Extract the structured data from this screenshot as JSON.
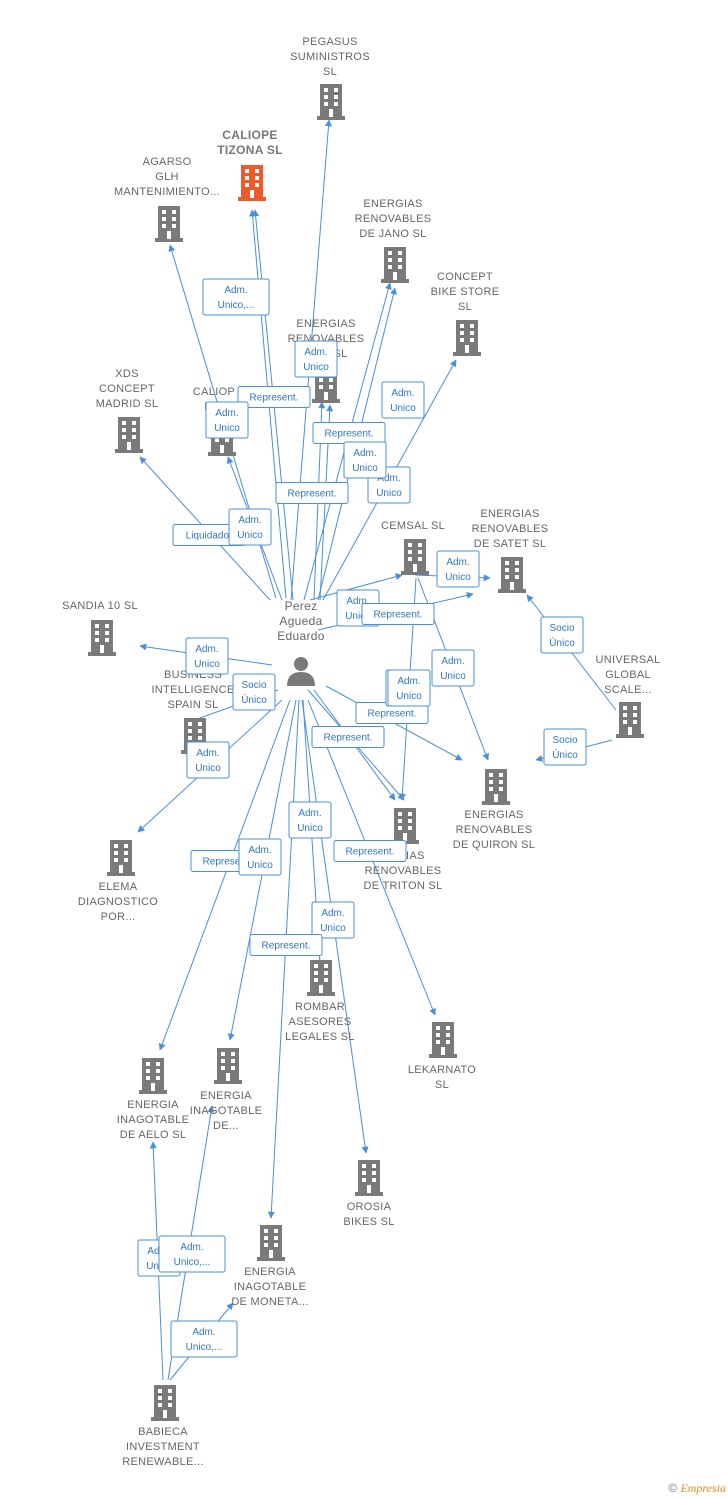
{
  "person": {
    "label": [
      "Perez",
      "Agueda",
      "Eduardo"
    ],
    "icon": "person-icon"
  },
  "colors": {
    "edge": "#4a8fd9",
    "node": "#7a7a7a",
    "focus": "#f05a2a",
    "label": "#666666"
  },
  "nodes": [
    {
      "id": "pegasus",
      "label": [
        "PEGASUS",
        "SUMINISTROS",
        "SL"
      ]
    },
    {
      "id": "caliope_tizona",
      "label": [
        "CALIOPE",
        "TIZONA SL"
      ],
      "focus": true
    },
    {
      "id": "agarso",
      "label": [
        "AGARSO",
        "GLH",
        "MANTENIMIENTO..."
      ]
    },
    {
      "id": "jano",
      "label": [
        "ENERGIAS",
        "RENOVABLES",
        "DE JANO SL"
      ]
    },
    {
      "id": "concept_bike",
      "label": [
        "CONCEPT",
        "BIKE STORE",
        "SL"
      ]
    },
    {
      "id": "renov_a",
      "label": [
        "ENERGIAS",
        "RENOVABLES",
        "DE A SL"
      ]
    },
    {
      "id": "xds",
      "label": [
        "XDS",
        "CONCEPT",
        "MADRID SL"
      ]
    },
    {
      "id": "caliope_inn",
      "label": [
        "CALIOP",
        "INN"
      ]
    },
    {
      "id": "cemsal",
      "label": [
        "CEMSAL SL"
      ]
    },
    {
      "id": "satet",
      "label": [
        "ENERGIAS",
        "RENOVABLES",
        "DE SATET SL"
      ]
    },
    {
      "id": "sandia",
      "label": [
        "SANDIA 10 SL"
      ]
    },
    {
      "id": "universal",
      "label": [
        "UNIVERSAL",
        "GLOBAL",
        "SCALE..."
      ]
    },
    {
      "id": "business",
      "label": [
        "BUSINESS",
        "INTELLIGENCE",
        "SPAIN SL"
      ]
    },
    {
      "id": "quiron",
      "label": [
        "ENERGIAS",
        "RENOVABLES",
        "DE QUIRON SL"
      ]
    },
    {
      "id": "elema",
      "label": [
        "ELEMA",
        "DIAGNOSTICO",
        "POR..."
      ]
    },
    {
      "id": "triton",
      "label": [
        "ERGIAS",
        "RENOVABLES",
        "DE TRITON SL"
      ]
    },
    {
      "id": "rombar",
      "label": [
        "ROMBAR",
        "ASESORES",
        "LEGALES SL"
      ]
    },
    {
      "id": "lekarnato",
      "label": [
        "LEKARNATO",
        "SL"
      ]
    },
    {
      "id": "aelo",
      "label": [
        "ENERGIA",
        "INAGOTABLE",
        "DE AELO SL"
      ]
    },
    {
      "id": "inag_de",
      "label": [
        "ENERGIA",
        "INAGOTABLE",
        "DE..."
      ]
    },
    {
      "id": "orosia",
      "label": [
        "OROSIA",
        "BIKES SL"
      ]
    },
    {
      "id": "moneta",
      "label": [
        "ENERGIA",
        "INAGOTABLE",
        "DE MONETA..."
      ]
    },
    {
      "id": "babieca",
      "label": [
        "BABIECA",
        "INVESTMENT",
        "RENEWABLE..."
      ]
    }
  ],
  "relations": [
    {
      "to": "pegasus",
      "label": [
        "Adm.",
        "Unico"
      ]
    },
    {
      "to": "caliope_tizona",
      "label": [
        "Adm.",
        "Unico,..."
      ]
    },
    {
      "to": "caliope_tizona",
      "label": [
        "Represent."
      ]
    },
    {
      "to": "agarso",
      "label": [
        "Adm.",
        "Unico"
      ]
    },
    {
      "to": "jano",
      "label": [
        "Adm.",
        "Unico"
      ]
    },
    {
      "to": "jano",
      "label": [
        "Represent."
      ]
    },
    {
      "to": "concept_bike",
      "label": [
        "Adm.",
        "Unico"
      ]
    },
    {
      "to": "renov_a",
      "label": [
        "Adm.",
        "Unico"
      ]
    },
    {
      "to": "renov_a",
      "label": [
        "Represent."
      ]
    },
    {
      "to": "xds",
      "label": [
        "Liquidador"
      ]
    },
    {
      "to": "caliope_inn",
      "label": [
        "Adm.",
        "Unico"
      ]
    },
    {
      "to": "cemsal",
      "label": [
        "Adm.",
        "Unico"
      ]
    },
    {
      "to": "satet",
      "label": [
        "Represent."
      ]
    },
    {
      "to": "sandia",
      "label": [
        "Adm.",
        "Unico"
      ]
    },
    {
      "to": "business",
      "label": [
        "Socio",
        "Único"
      ]
    },
    {
      "to": "quiron",
      "label": [
        "Represent."
      ]
    },
    {
      "to": "elema",
      "label": [
        "Adm.",
        "Unico"
      ]
    },
    {
      "to": "triton",
      "label": [
        "Represent."
      ]
    },
    {
      "to": "triton",
      "label": [
        "Adm.",
        "Unico"
      ]
    },
    {
      "to": "rombar",
      "label": [
        "Adm.",
        "Unico"
      ]
    },
    {
      "to": "lekarnato",
      "label": [
        "Adm.",
        "Unico"
      ]
    },
    {
      "to": "aelo",
      "label": [
        "Represent."
      ]
    },
    {
      "to": "inag_de",
      "label": [
        "Represent."
      ]
    },
    {
      "to": "orosia",
      "label": [
        "Adm.",
        "Unico"
      ]
    },
    {
      "to": "moneta",
      "label": [
        "Represent."
      ]
    }
  ],
  "secondary_relations": [
    {
      "from": "cemsal",
      "to": "satet",
      "label": [
        "Adm.",
        "Unico"
      ]
    },
    {
      "from": "cemsal",
      "to": "quiron",
      "label": [
        "Adm.",
        "Unico"
      ]
    },
    {
      "from": "cemsal",
      "to": "triton",
      "label": [
        "Adm.",
        "Unico"
      ]
    },
    {
      "from": "universal",
      "to": "satet",
      "label": [
        "Socio",
        "Único"
      ]
    },
    {
      "from": "universal",
      "to": "quiron",
      "label": [
        "Socio",
        "Único"
      ]
    },
    {
      "from": "babieca",
      "to": "aelo",
      "label": [
        "Adm.",
        "Unico"
      ]
    },
    {
      "from": "babieca",
      "to": "inag_de",
      "label": [
        "Adm.",
        "Unico,..."
      ]
    },
    {
      "from": "babieca",
      "to": "moneta",
      "label": [
        "Adm.",
        "Unico,..."
      ]
    }
  ],
  "credit": {
    "symbol": "©",
    "brand": "Empresia"
  }
}
